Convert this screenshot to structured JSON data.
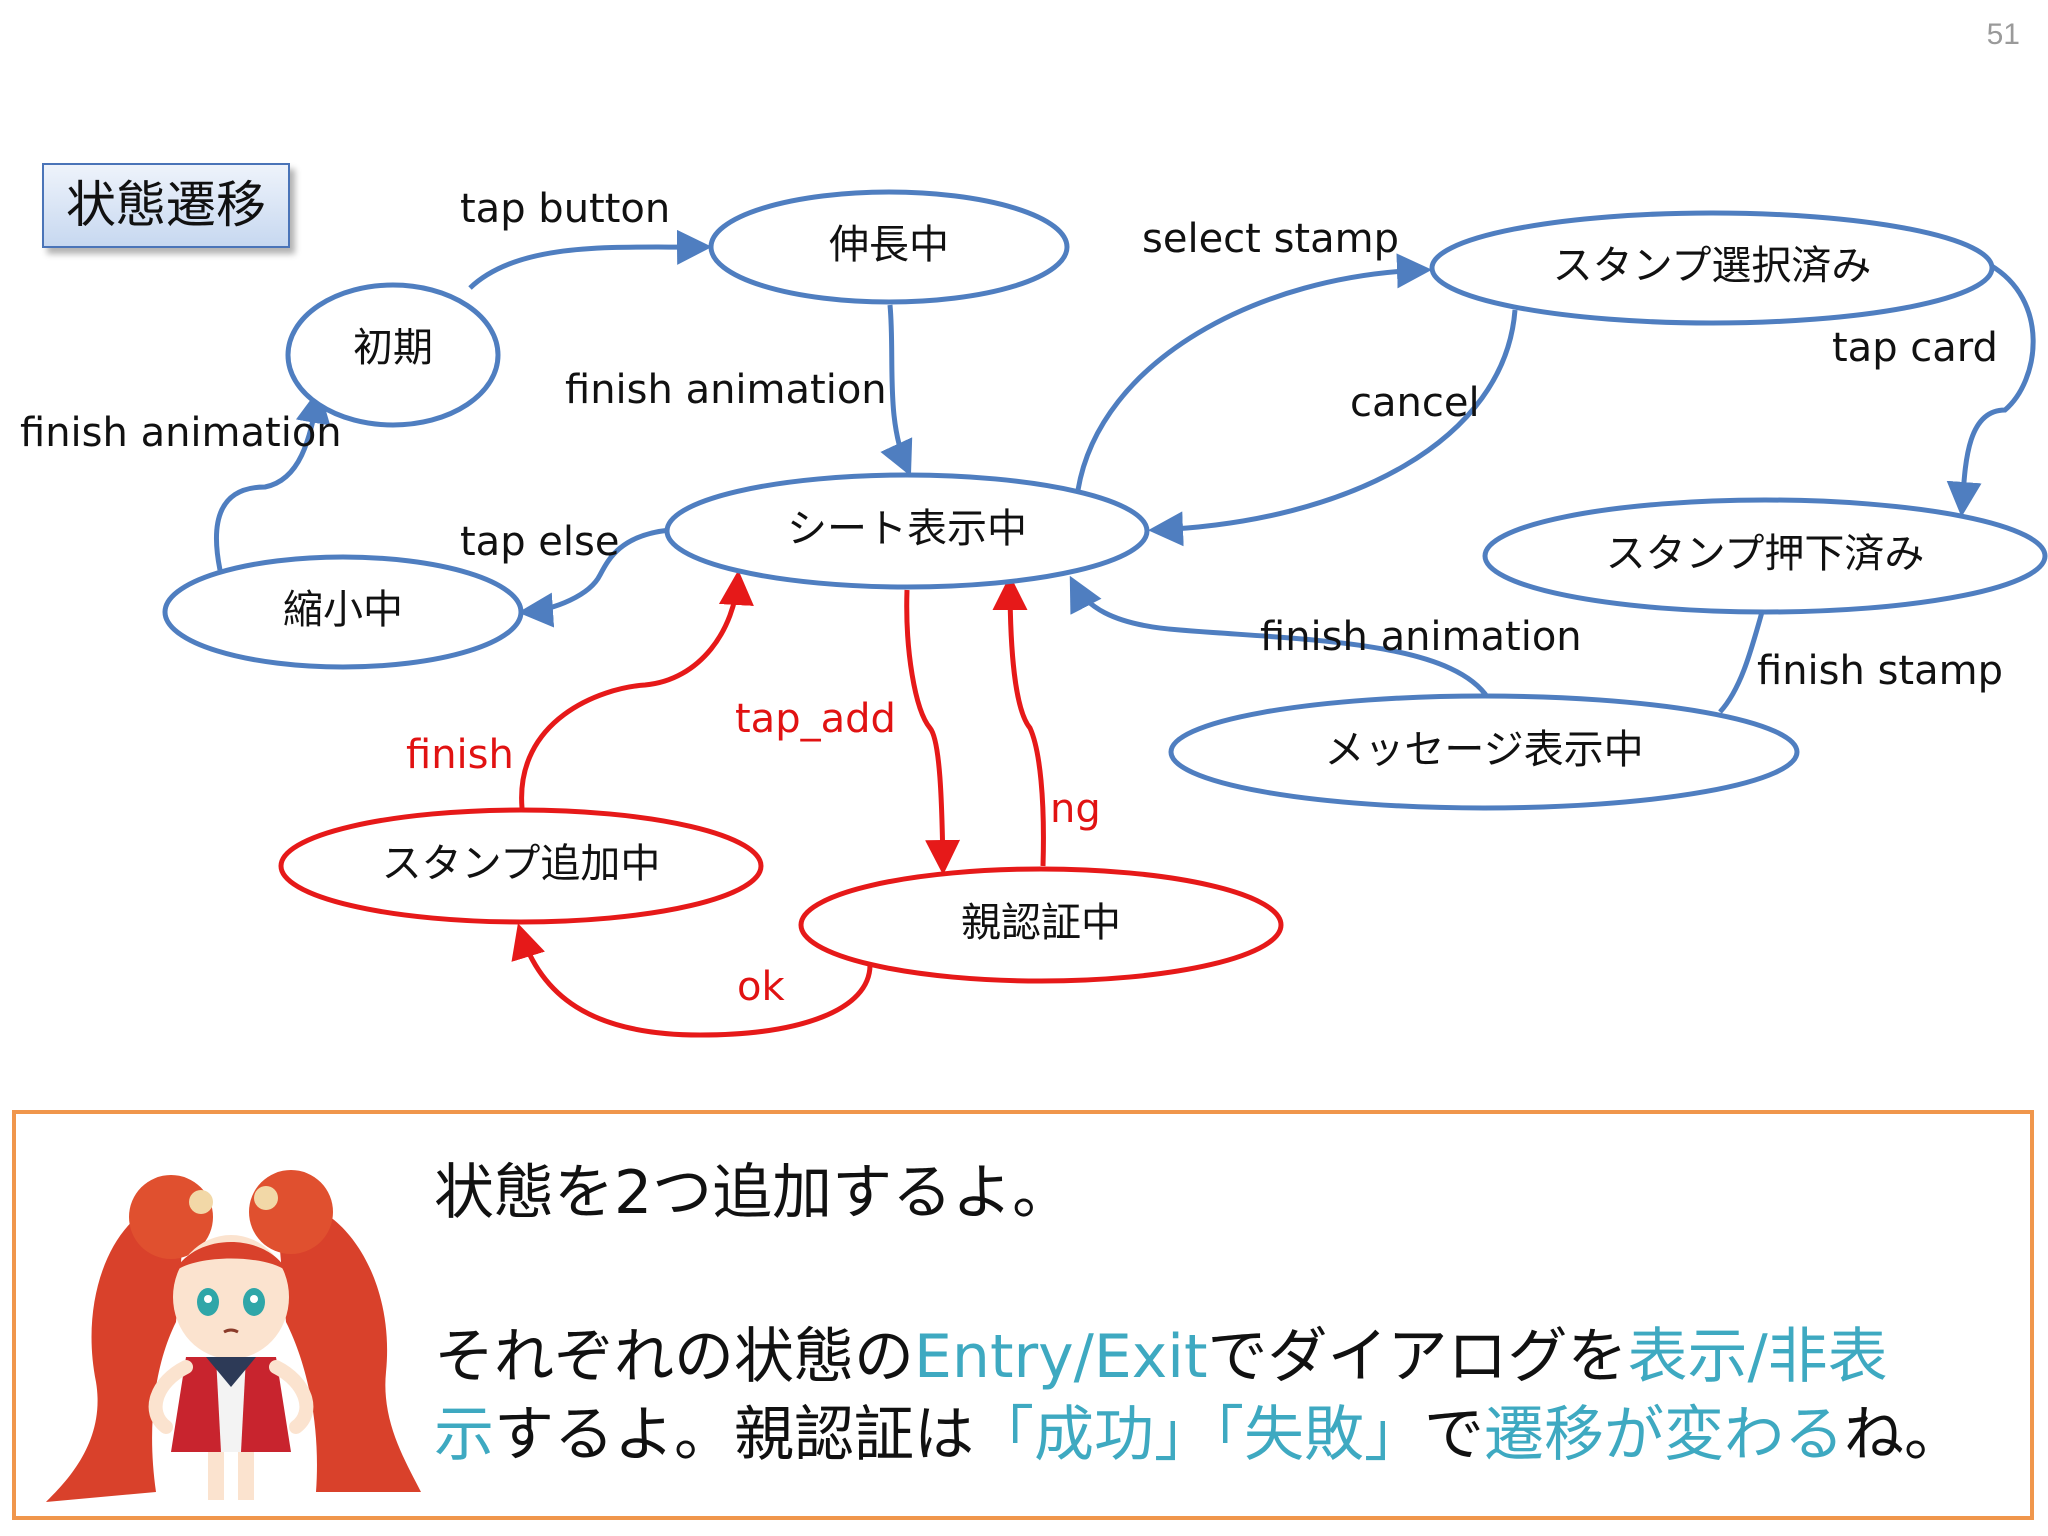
{
  "page_number": "51",
  "title": "状態遷移",
  "states": {
    "shoki": "初期",
    "shinchou": "伸長中",
    "sheet": "シート表示中",
    "shukushou": "縮小中",
    "stamp_select": "スタンプ選択済み",
    "stamp_push": "スタンプ押下済み",
    "message": "メッセージ表示中",
    "stamp_add": "スタンプ追加中",
    "oya": "親認証中"
  },
  "transitions": {
    "tap_button": "tap button",
    "finish_animation_1": "finish animation",
    "finish_animation_2": "finish animation",
    "tap_else": "tap else",
    "select_stamp": "select stamp",
    "cancel": "cancel",
    "tap_card": "tap card",
    "finish_stamp": "finish stamp",
    "finish_animation_3": "finish animation",
    "tap_add": "tap_add",
    "ng": "ng",
    "finish": "finish",
    "ok": "ok"
  },
  "callout": {
    "line1": "状態を2つ追加するよ。",
    "line2_a": "それぞれの状態の",
    "line2_b": "Entry/Exit",
    "line2_c": "でダイアログを",
    "line2_d": "表示/非表",
    "line3_a": "示",
    "line3_b": "するよ。親認証は",
    "line3_c": "「成功」「失敗」",
    "line3_d": "で",
    "line3_e": "遷移が変わる",
    "line3_f": "ね。"
  },
  "colors": {
    "blue_state": "#4f7ec0",
    "red_state": "#e61919",
    "highlight": "#3ea9c1",
    "callout_border": "#f0964c"
  }
}
